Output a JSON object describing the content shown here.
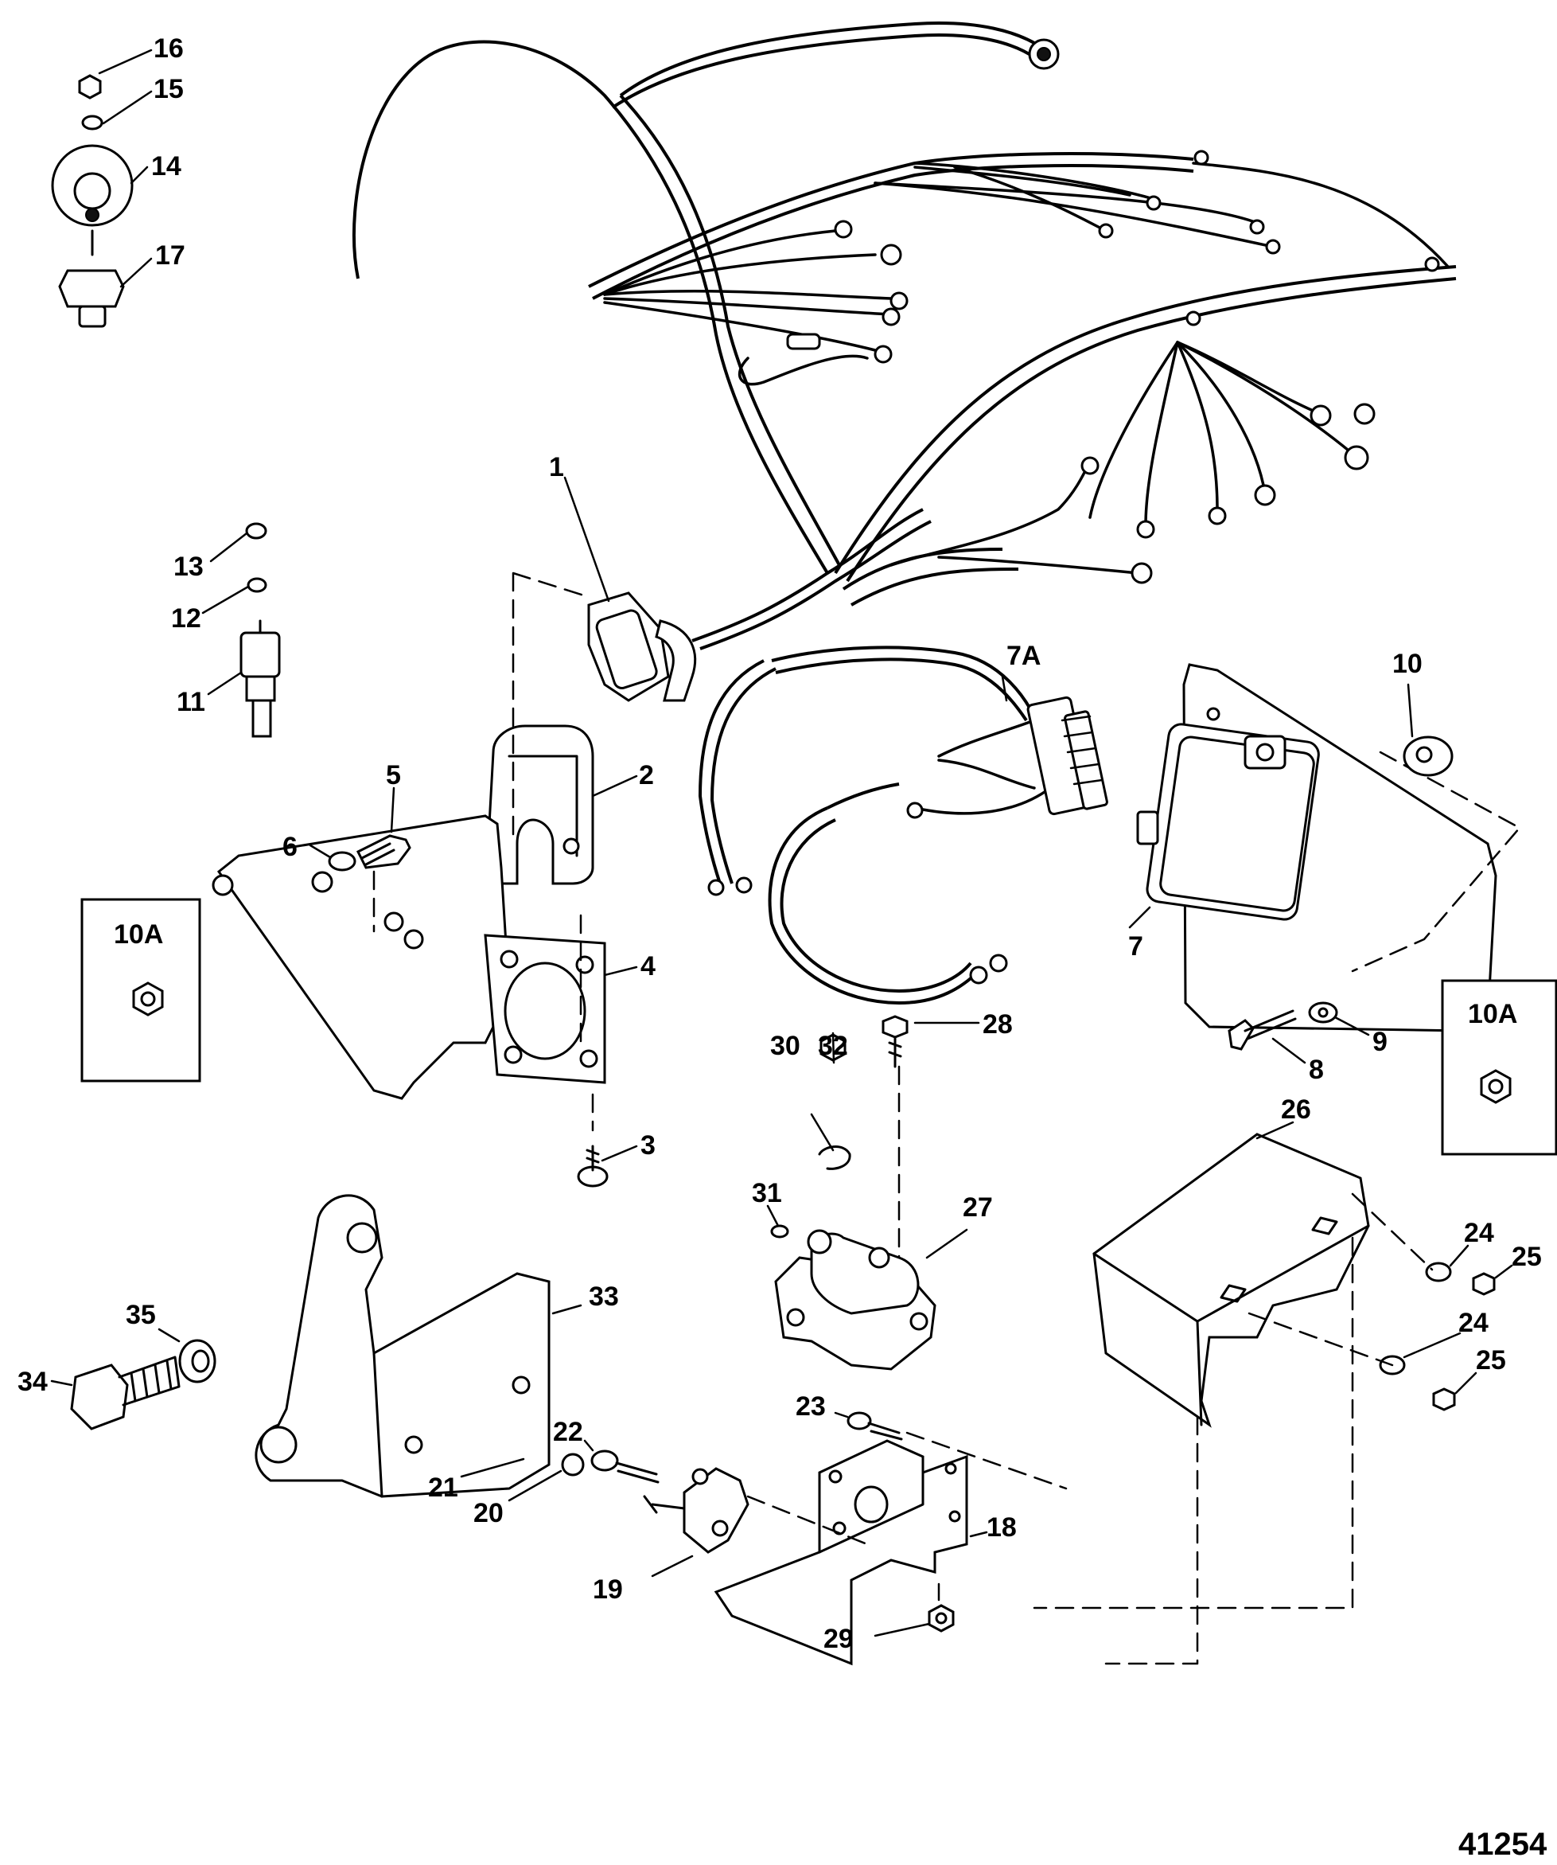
{
  "figure_number": "41254",
  "callouts": {
    "c1": "1",
    "c2": "2",
    "c3": "3",
    "c4": "4",
    "c5": "5",
    "c6": "6",
    "c7": "7",
    "c7a": "7A",
    "c8": "8",
    "c9": "9",
    "c10": "10",
    "c10a_left": "10A",
    "c10a_right": "10A",
    "c11": "11",
    "c12": "12",
    "c13": "13",
    "c14": "14",
    "c15": "15",
    "c16": "16",
    "c17": "17",
    "c18": "18",
    "c19": "19",
    "c20": "20",
    "c21": "21",
    "c22": "22",
    "c23": "23",
    "c24_top": "24",
    "c24_bottom": "24",
    "c25_top": "25",
    "c25_bottom": "25",
    "c26": "26",
    "c27": "27",
    "c28": "28",
    "c29": "29",
    "c30": "30",
    "c31": "31",
    "c32": "32",
    "c33": "33",
    "c34": "34",
    "c35": "35"
  }
}
